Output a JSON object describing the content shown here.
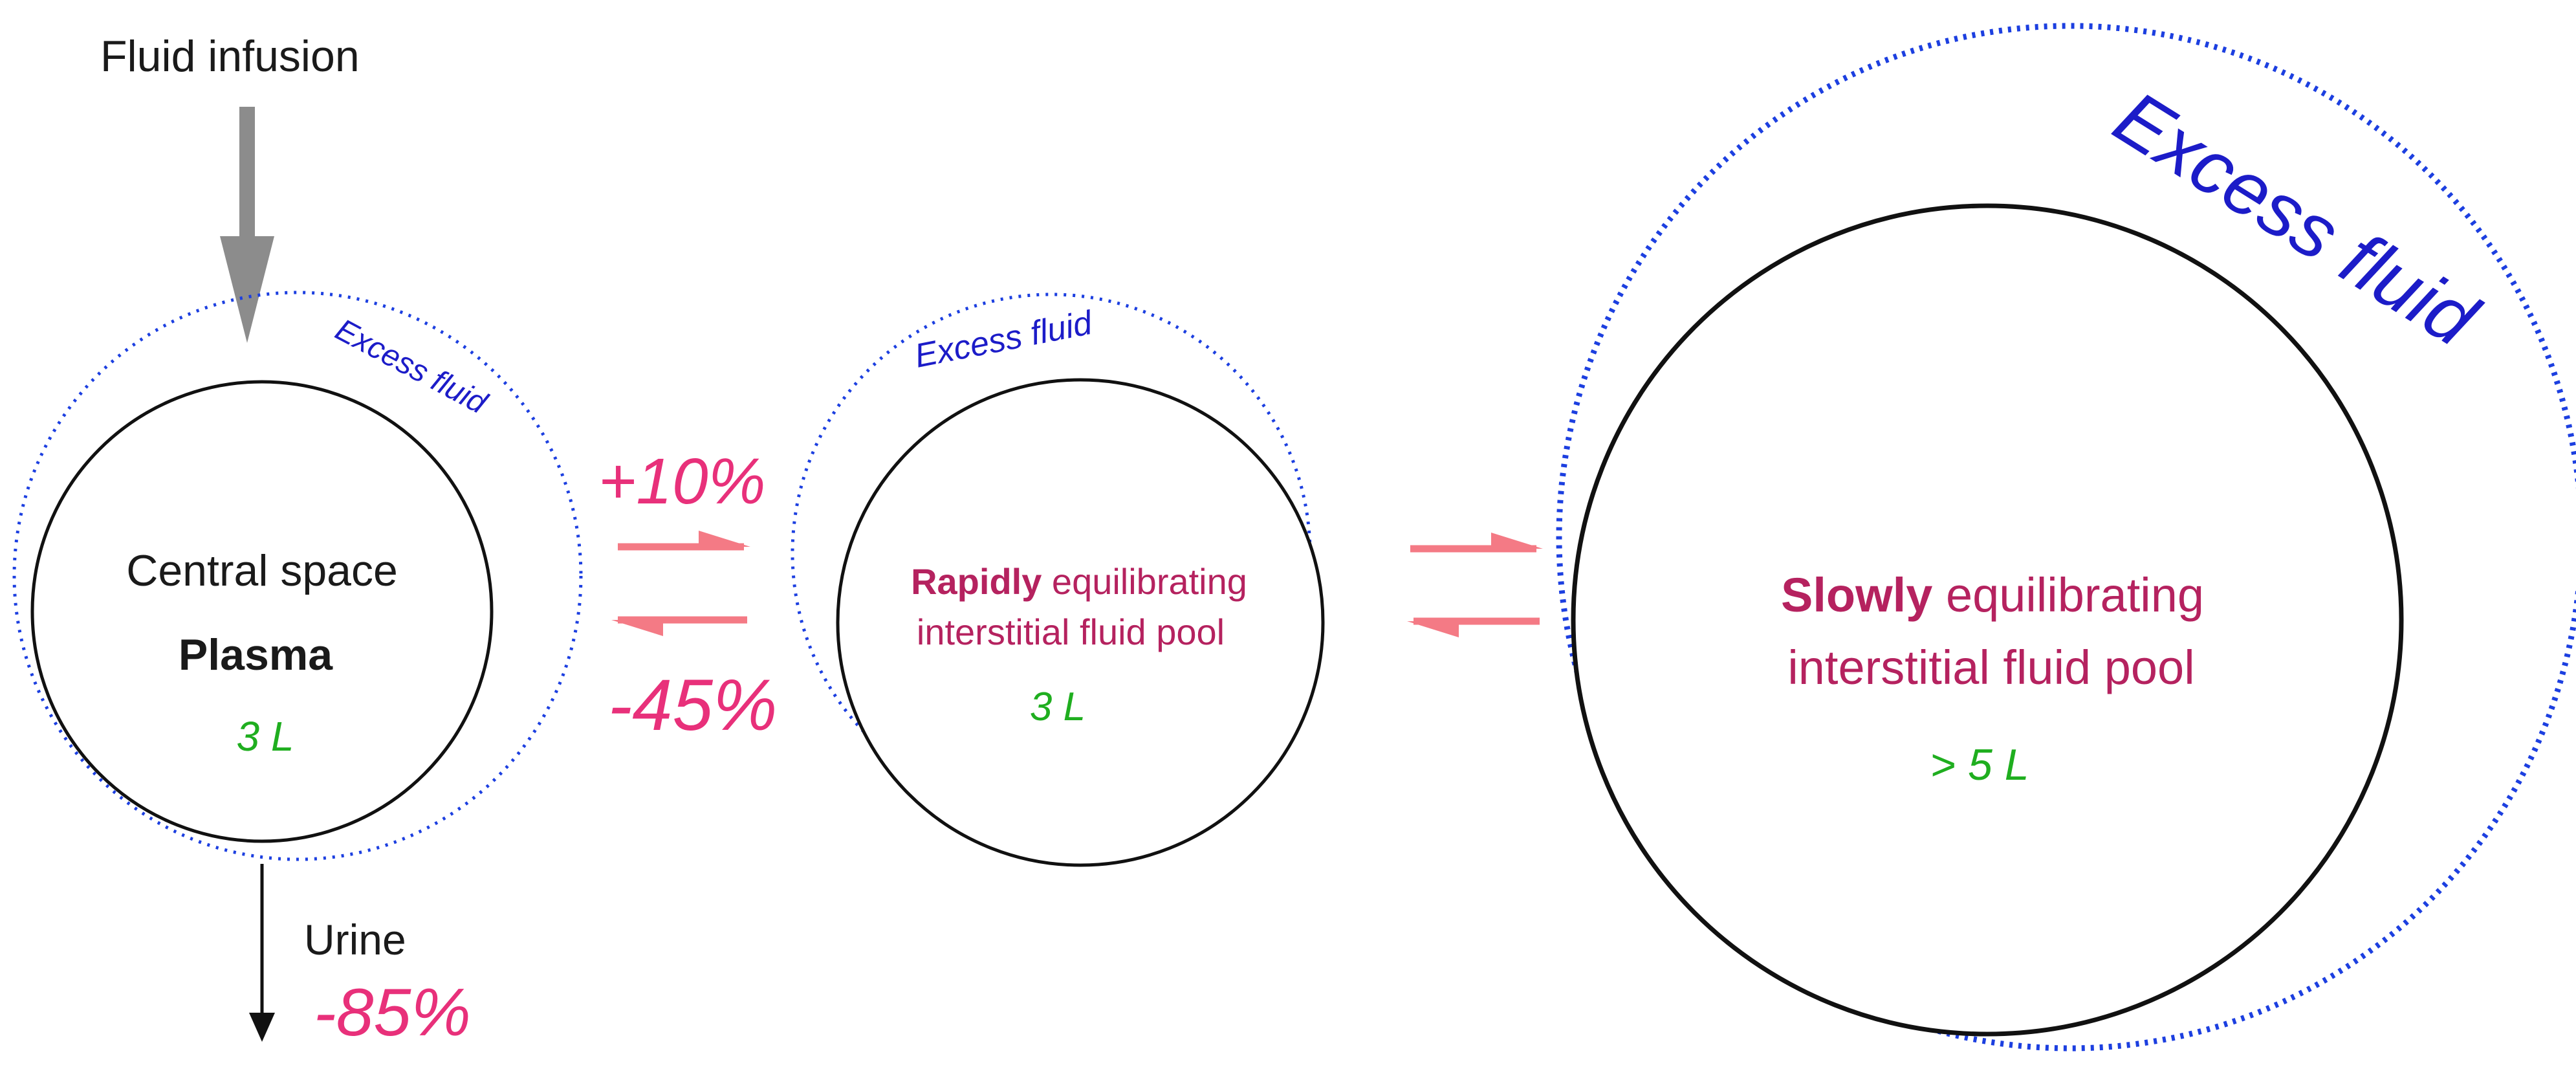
{
  "diagram": {
    "inflow_label": "Fluid infusion",
    "outflow_label": "Urine",
    "outflow_change": "-85%",
    "forward_change": "+10%",
    "backward_change": "-45%",
    "compartments": [
      {
        "title": "Central space",
        "subtitle": "Plasma",
        "volume": "3 L",
        "excess_label": "Excess fluid"
      },
      {
        "title_emphasis": "Rapidly",
        "title_rest": "equilibrating",
        "subtitle": "interstitial fluid pool",
        "volume": "3 L",
        "excess_label": "Excess fluid"
      },
      {
        "title_emphasis": "Slowly",
        "title_rest": "equilibrating",
        "subtitle": "interstitial fluid pool",
        "volume": "> 5 L",
        "excess_label": "Excess fluid"
      }
    ],
    "colors": {
      "excess_ring": "#1c3fe0",
      "exchange_arrow": "#f47a85",
      "volume_text": "#1fae1f",
      "change_text": "#e8307a",
      "pool_text": "#b5225f",
      "infusion_arrow": "#8c8c8c"
    }
  }
}
